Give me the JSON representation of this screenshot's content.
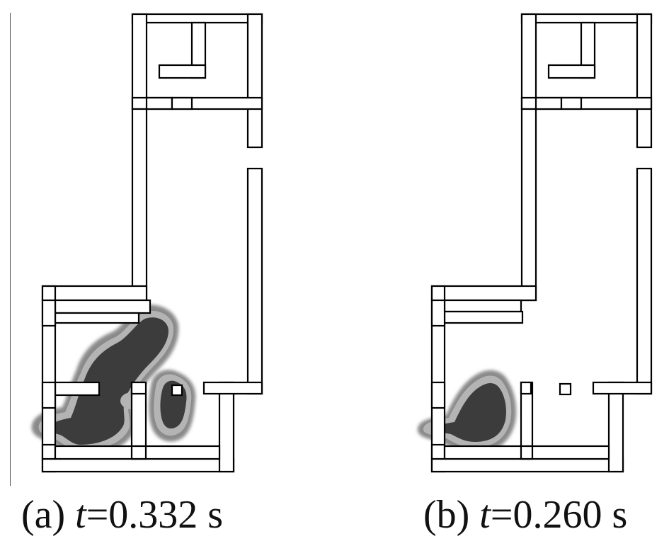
{
  "panels": [
    {
      "id": "a",
      "label": "(a) ",
      "var": "t",
      "eq": "=0.332 s"
    },
    {
      "id": "b",
      "label": "(b) ",
      "var": "t",
      "eq": "=0.260 s"
    }
  ],
  "colors": {
    "wall_outline": "#000000",
    "wall_fill": "#ffffff",
    "core": "#3c3c3c",
    "halo_inner": "#b4b4b4",
    "halo_outer": "#8a8a8a"
  }
}
